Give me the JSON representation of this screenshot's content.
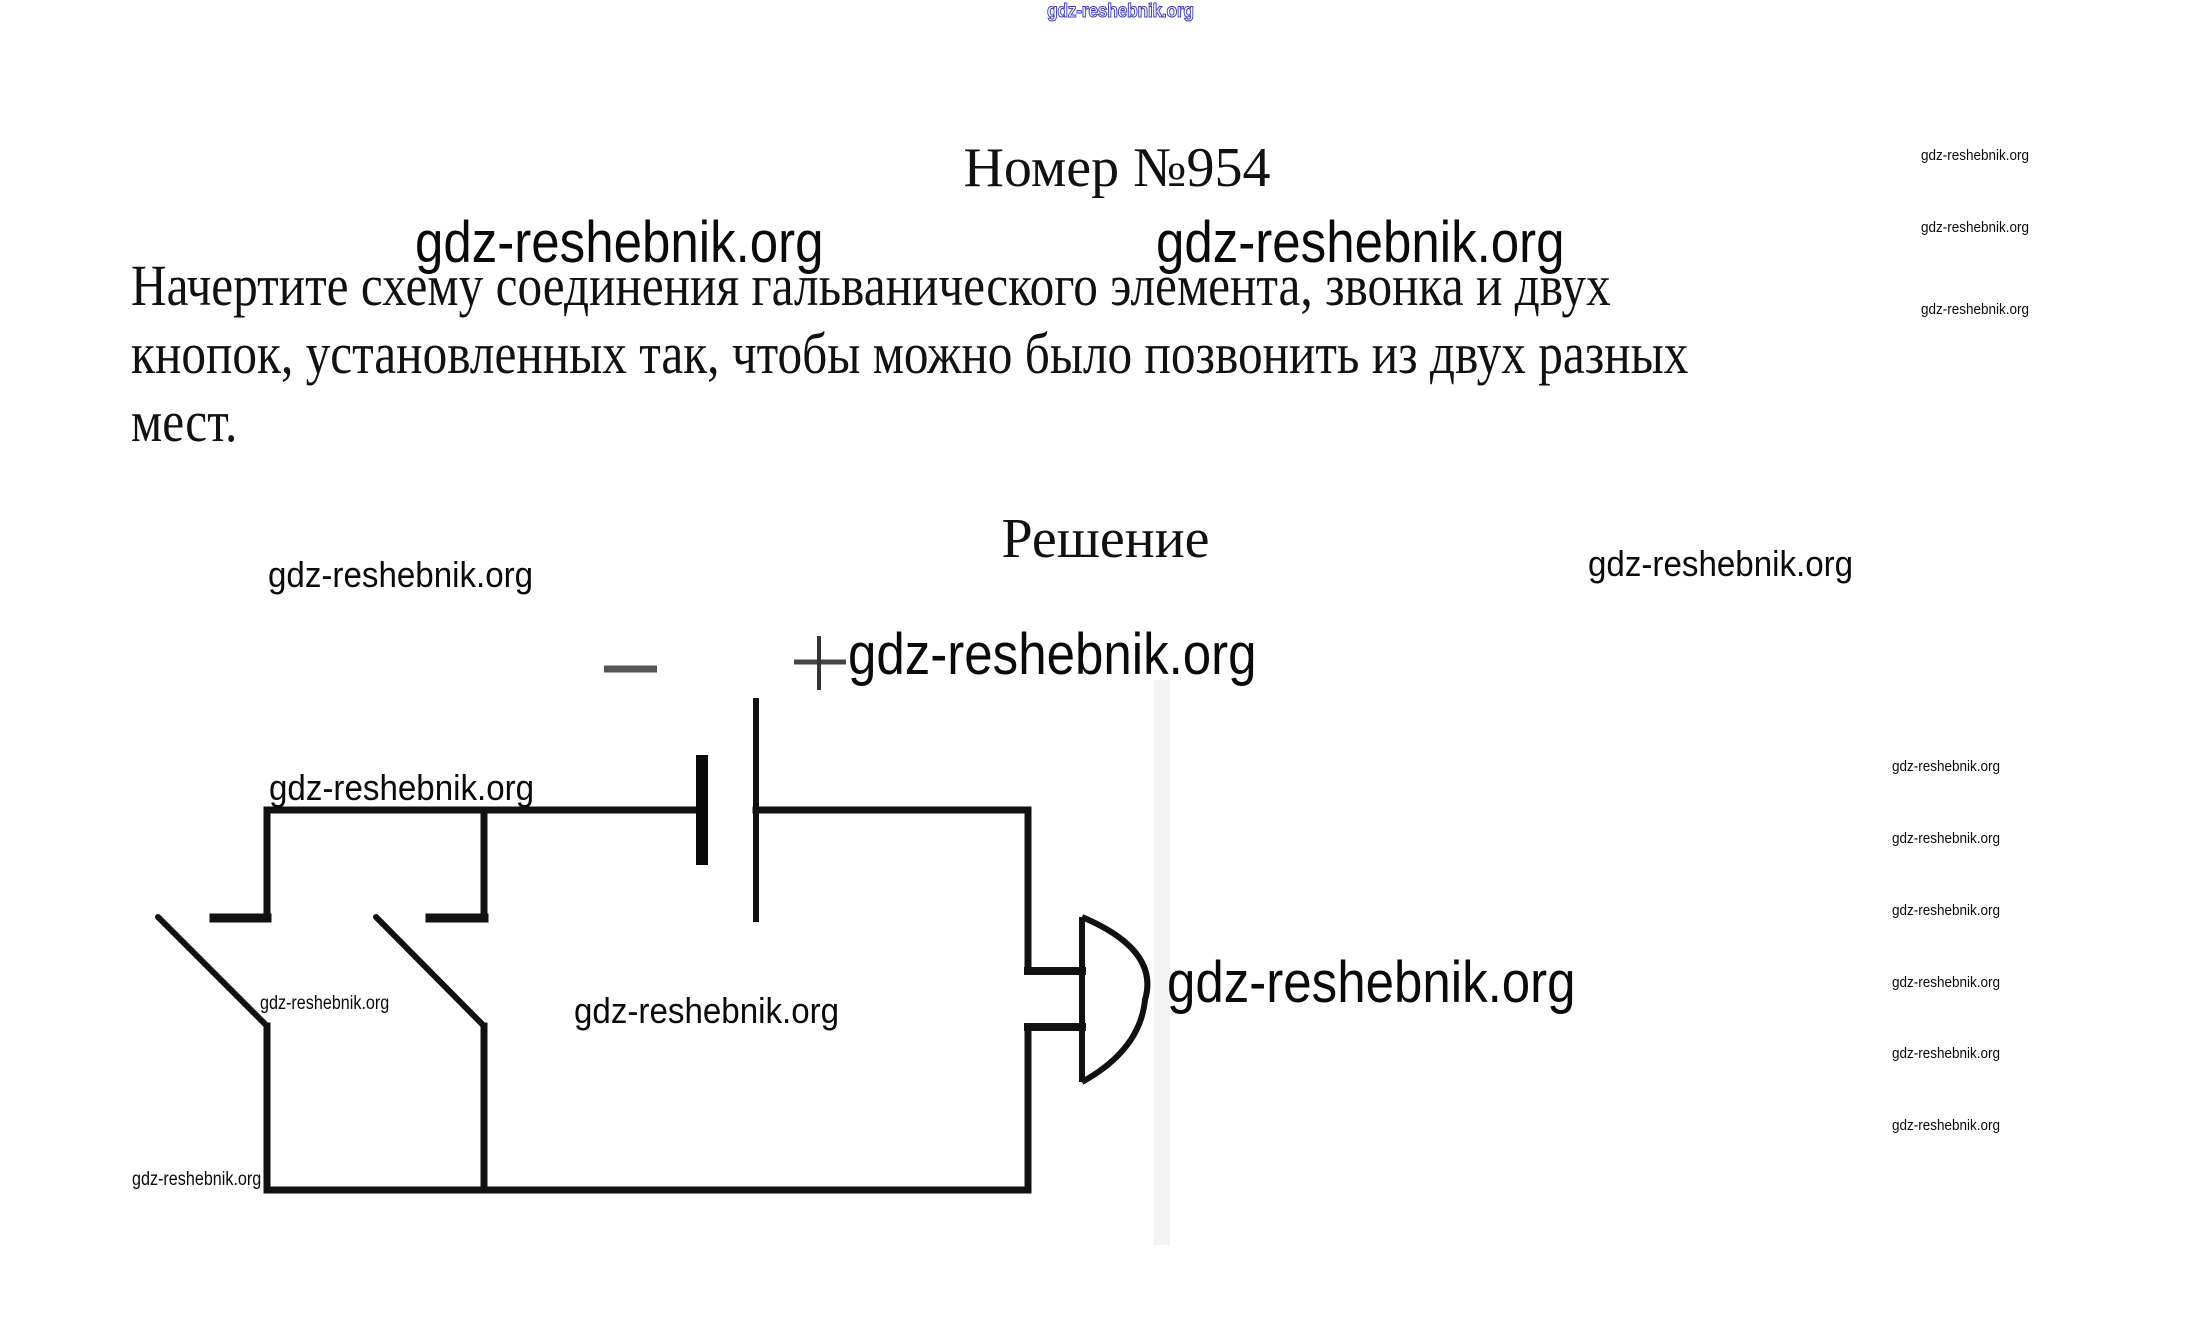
{
  "site_watermark": "gdz-reshebnik.org",
  "header": {
    "title": "Номер №954"
  },
  "task": {
    "lines": [
      "Начертите схему соединения гальванического элемента, звонка и двух",
      "кнопок, установленных так, чтобы можно было позвонить из двух разных",
      "мест."
    ]
  },
  "solution": {
    "heading": "Решение",
    "battery_labels": {
      "negative": "−",
      "positive": "+"
    },
    "components": [
      "galvanic-cell",
      "bell",
      "push-button-1",
      "push-button-2"
    ]
  },
  "watermarks": {
    "text": "gdz-reshebnik.org",
    "color": "#0a0a0a",
    "top_color": "#3b3bc4"
  }
}
